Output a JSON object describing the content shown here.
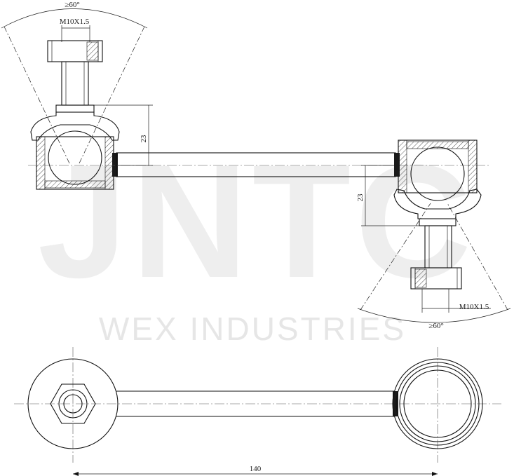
{
  "watermark": {
    "logo_text": "JNTC",
    "company": "WEX INDUSTRIES"
  },
  "top_view": {
    "thread_top": "M10X1.5",
    "thread_bottom": "M10X1.5",
    "angle_top": "≥60°",
    "angle_bottom": "≥60°",
    "offset_left": "23",
    "offset_right": "23"
  },
  "bottom_view": {
    "length": "140"
  },
  "colors": {
    "line": "#111111",
    "watermark": "#ececec",
    "dark_band": "#1a1a1a"
  }
}
